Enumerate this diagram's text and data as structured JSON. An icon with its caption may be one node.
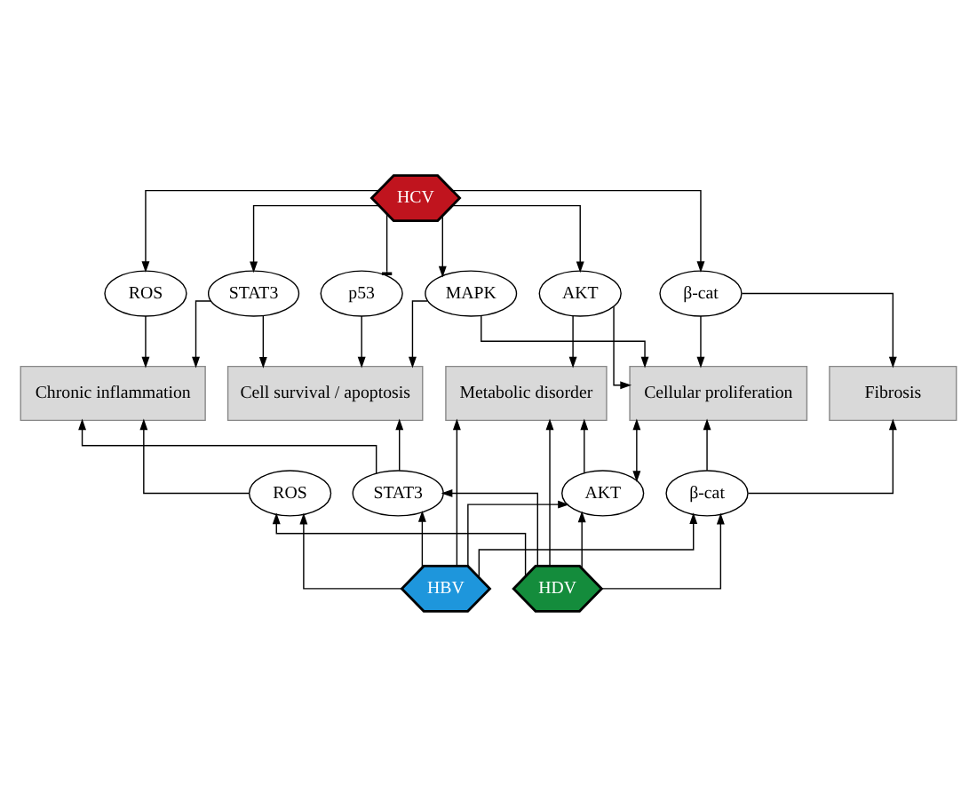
{
  "diagram": {
    "nodes": [
      {
        "text": [
          "HCV"
        ]
      },
      {
        "text": [
          "ROS"
        ]
      },
      {
        "text": [
          "STAT3"
        ]
      },
      {
        "text": [
          "p53"
        ]
      },
      {
        "text": [
          "MAPK"
        ]
      },
      {
        "text": [
          "AKT"
        ]
      },
      {
        "text": [
          "β-cat"
        ]
      },
      {
        "text": [
          "Chronic inflammation"
        ]
      },
      {
        "text": [
          "Cell survival / apoptosis"
        ]
      },
      {
        "text": [
          "Metabolic disorder"
        ]
      },
      {
        "text": [
          "Cellular proliferation"
        ]
      },
      {
        "text": [
          "Fibrosis"
        ]
      },
      {
        "text": [
          "ROS"
        ]
      },
      {
        "text": [
          "STAT3"
        ]
      },
      {
        "text": [
          "AKT"
        ]
      },
      {
        "text": [
          "β-cat"
        ]
      },
      {
        "text": [
          "HBV"
        ]
      },
      {
        "text": [
          "HDV"
        ]
      }
    ],
    "edges": [
      {
        "from": 0,
        "to": 1,
        "arrow": "to"
      },
      {
        "from": 0,
        "to": 2,
        "arrow": "to"
      },
      {
        "from": 0,
        "to": 3,
        "arrow": "other"
      },
      {
        "from": 0,
        "to": 4,
        "arrow": "to"
      },
      {
        "from": 0,
        "to": 5,
        "arrow": "to"
      },
      {
        "from": 0,
        "to": 6,
        "arrow": "to"
      },
      {
        "from": 1,
        "to": 7,
        "arrow": "to"
      },
      {
        "from": 2,
        "to": 7,
        "arrow": "to"
      },
      {
        "from": 2,
        "to": 8,
        "arrow": "to"
      },
      {
        "from": 3,
        "to": 8,
        "arrow": "to"
      },
      {
        "from": 4,
        "to": 8,
        "arrow": "to"
      },
      {
        "from": 4,
        "to": 10,
        "arrow": "to"
      },
      {
        "from": 5,
        "to": 9,
        "arrow": "to"
      },
      {
        "from": 5,
        "to": 10,
        "arrow": "to"
      },
      {
        "from": 6,
        "to": 10,
        "arrow": "to"
      },
      {
        "from": 6,
        "to": 11,
        "arrow": "to"
      },
      {
        "from": 12,
        "to": 7,
        "arrow": "to"
      },
      {
        "from": 13,
        "to": 7,
        "arrow": "to"
      },
      {
        "from": 13,
        "to": 8,
        "arrow": "to"
      },
      {
        "from": 14,
        "to": 9,
        "arrow": "to"
      },
      {
        "from": 14,
        "to": 10,
        "arrow": "both"
      },
      {
        "from": 15,
        "to": 10,
        "arrow": "to"
      },
      {
        "from": 15,
        "to": 11,
        "arrow": "to"
      },
      {
        "from": 16,
        "to": 12,
        "arrow": "to"
      },
      {
        "from": 16,
        "to": 13,
        "arrow": "to"
      },
      {
        "from": 16,
        "to": 9,
        "arrow": "to"
      },
      {
        "from": 16,
        "to": 14,
        "arrow": "to"
      },
      {
        "from": 16,
        "to": 15,
        "arrow": "to"
      },
      {
        "from": 17,
        "to": 12,
        "arrow": "to"
      },
      {
        "from": 17,
        "to": 13,
        "arrow": "to"
      },
      {
        "from": 17,
        "to": 9,
        "arrow": "to"
      },
      {
        "from": 17,
        "to": 14,
        "arrow": "to"
      },
      {
        "from": 17,
        "to": 15,
        "arrow": "to"
      }
    ]
  }
}
